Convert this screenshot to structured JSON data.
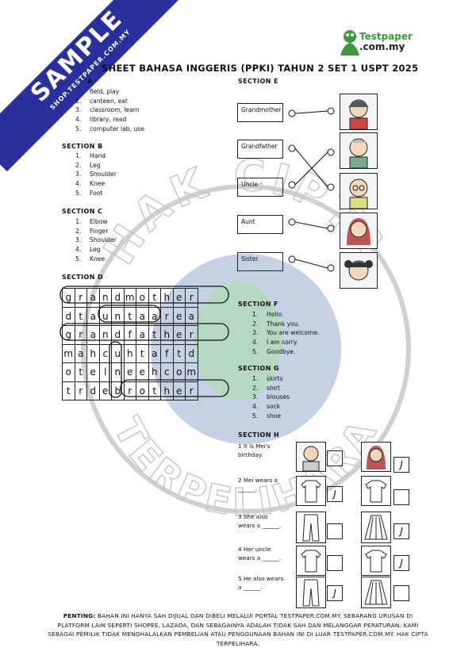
{
  "title": "SHEET BAHASA INGGERIS (PPKI) TAHUN 2 SET 1 USPT 2025",
  "logo": {
    "line1": "Testpaper",
    "line2": ".com.my"
  },
  "ribbon": {
    "main": "SAMPLE",
    "sub": "SHOP.TESTPAPER.COM.MY"
  },
  "watermark": {
    "top": "HAK CIPTA",
    "bottom": "TERPELIHARA"
  },
  "sectionA": {
    "heading": "A",
    "items": [
      {
        "n": "",
        "t": "field, play"
      },
      {
        "n": "2.",
        "t": "canteen, eat"
      },
      {
        "n": "3.",
        "t": "classroom, learn"
      },
      {
        "n": "4.",
        "t": "library, read"
      },
      {
        "n": "5.",
        "t": "computer lab, use"
      }
    ]
  },
  "sectionB": {
    "heading": "SECTION B",
    "items": [
      {
        "n": "1.",
        "t": "Hand"
      },
      {
        "n": "2.",
        "t": "Leg"
      },
      {
        "n": "3.",
        "t": "Shoulder"
      },
      {
        "n": "4.",
        "t": "Knee"
      },
      {
        "n": "5.",
        "t": "Foot"
      }
    ]
  },
  "sectionC": {
    "heading": "SECTION C",
    "items": [
      {
        "n": "1.",
        "t": "Elbow"
      },
      {
        "n": "2.",
        "t": "Finger"
      },
      {
        "n": "3.",
        "t": "Shoulder"
      },
      {
        "n": "4.",
        "t": "Leg"
      },
      {
        "n": "5.",
        "t": "Knee"
      }
    ]
  },
  "sectionD": {
    "heading": "SECTION D",
    "grid": [
      [
        "g",
        "r",
        "a",
        "n",
        "d",
        "m",
        "o",
        "t",
        "h",
        "e",
        "r"
      ],
      [
        "d",
        "t",
        "a",
        "u",
        "n",
        "t",
        "a",
        "a",
        "r",
        "e",
        "a"
      ],
      [
        "g",
        "r",
        "a",
        "n",
        "d",
        "f",
        "a",
        "t",
        "h",
        "e",
        "r"
      ],
      [
        "m",
        "a",
        "h",
        "c",
        "u",
        "h",
        "t",
        "a",
        "f",
        "t",
        "d"
      ],
      [
        "o",
        "t",
        "e",
        "l",
        "n",
        "e",
        "e",
        "h",
        "c",
        "o",
        "m"
      ],
      [
        "t",
        "r",
        "d",
        "e",
        "b",
        "r",
        "o",
        "t",
        "h",
        "e",
        "r"
      ]
    ]
  },
  "sectionE": {
    "heading": "SECTION E",
    "labels": [
      "Grandmother",
      "Grandfather",
      "Uncle",
      "Aunt",
      "Sister"
    ]
  },
  "sectionF": {
    "heading": "SECTION F",
    "items": [
      {
        "n": "1.",
        "t": "Hello."
      },
      {
        "n": "2.",
        "t": "Thank you."
      },
      {
        "n": "3.",
        "t": "You are welcome."
      },
      {
        "n": "4.",
        "t": "I am sorry."
      },
      {
        "n": "5.",
        "t": "Goodbye."
      }
    ]
  },
  "sectionG": {
    "heading": "SECTION G",
    "items": [
      {
        "n": "1.",
        "t": "skirts"
      },
      {
        "n": "2.",
        "t": "shirt"
      },
      {
        "n": "3.",
        "t": "blouses"
      },
      {
        "n": "4.",
        "t": "sock"
      },
      {
        "n": "5.",
        "t": "shoe"
      }
    ]
  },
  "sectionH": {
    "heading": "SECTION H",
    "questions": [
      {
        "l1": "1 It is Mei's",
        "l2": "birthday."
      },
      {
        "l1": "2 Mei wears a",
        "l2": "______."
      },
      {
        "l1": "3 She also",
        "l2": "wears a ______."
      },
      {
        "l1": "4 Her uncle",
        "l2": "wears a ______."
      },
      {
        "l1": "5 He also wears",
        "l2": "a ______."
      }
    ],
    "tick": "J"
  },
  "footer": {
    "label": "PENTING:",
    "text": "BAHAN INI HANYA SAH DIJUAL DAN DIBELI MELALUI PORTAL TESTPAPER.COM.MY. SEBARANG URUSAN DI PLATFORM LAIN SEPERTI SHOPEE, LAZADA, DAN SEBAGAINYA ADALAH TIDAK SAH DAN MELANGGAR PERATURAN. KAMI SEBAGAI PEMILIK TIDAK MENGHALALKAN PEMBELIAN ATAU PENGGUNAAN BAHAN INI DI LUAR TESTPAPER.COM.MY. HAK CIPTA TERPELIHARA."
  },
  "colors": {
    "ribbon": "#2a2f9e",
    "logo_green": "#3c9a3c",
    "globe_blue": "#6f8fb8"
  }
}
